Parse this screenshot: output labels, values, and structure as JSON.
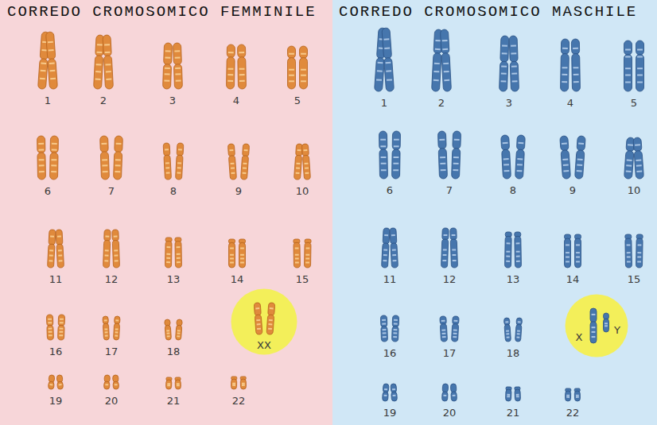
{
  "diagram": {
    "nodes": [
      {
        "text": [
          "CORREDO CROMOSOMICO FEMMINILE"
        ]
      },
      {
        "text": [
          "CORREDO CROMOSOMICO MASCHILE"
        ]
      },
      {
        "text": [
          "XX"
        ],
        "in": 0
      },
      {
        "text": [
          "X",
          "Y"
        ],
        "in": 1
      }
    ],
    "labels": [
      "1",
      "2",
      "3",
      "4",
      "5",
      "6",
      "7",
      "8",
      "9",
      "10",
      "11",
      "12",
      "13",
      "14",
      "15",
      "16",
      "17",
      "18",
      "19",
      "20",
      "21",
      "22",
      "1",
      "2",
      "3",
      "4",
      "5",
      "6",
      "7",
      "8",
      "9",
      "10",
      "11",
      "12",
      "13",
      "14",
      "15",
      "16",
      "17",
      "18",
      "19",
      "20",
      "21",
      "22"
    ]
  }
}
